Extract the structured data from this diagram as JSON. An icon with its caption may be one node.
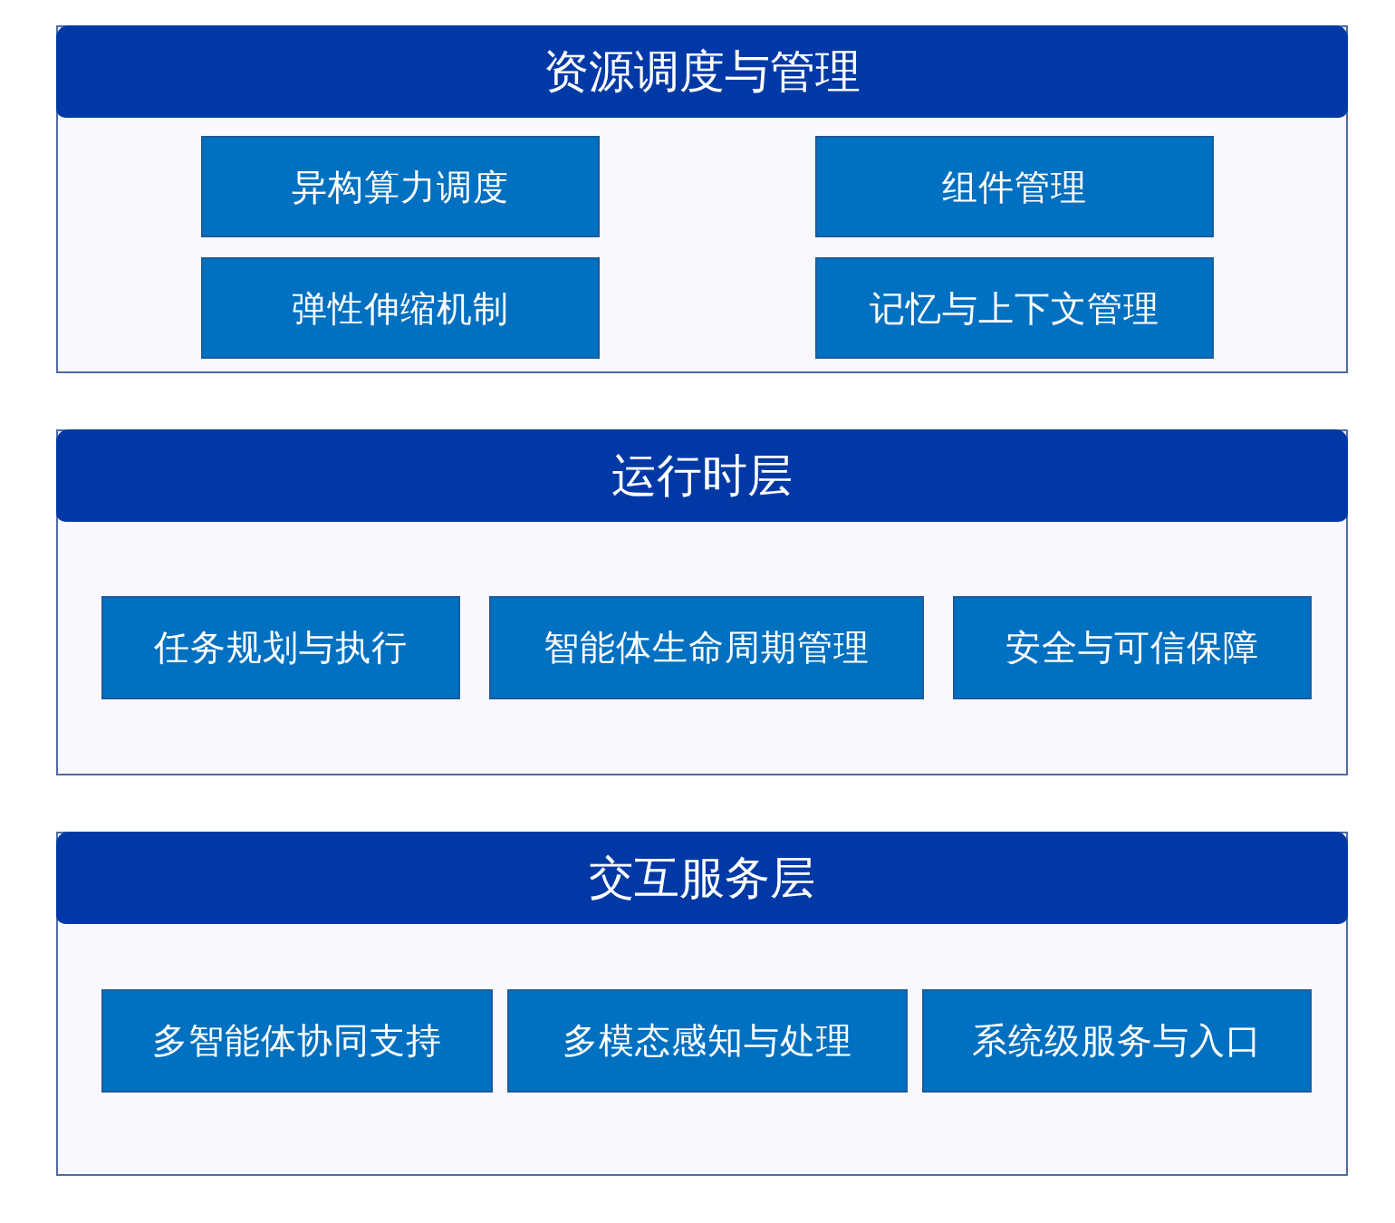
{
  "diagram": {
    "nodes": [
      {
        "text": [
          "资源调度与管理"
        ]
      },
      {
        "text": [
          "异构算力调度"
        ],
        "in": 0
      },
      {
        "text": [
          "组件管理"
        ],
        "in": 0
      },
      {
        "text": [
          "弹性伸缩机制"
        ],
        "in": 0
      },
      {
        "text": [
          "记忆与上下文管理"
        ],
        "in": 0
      },
      {
        "text": [
          "运行时层"
        ]
      },
      {
        "text": [
          "任务规划与执行"
        ],
        "in": 5
      },
      {
        "text": [
          "智能体生命周期管理"
        ],
        "in": 5
      },
      {
        "text": [
          "安全与可信保障"
        ],
        "in": 5
      },
      {
        "text": [
          "交互服务层"
        ]
      },
      {
        "text": [
          "多智能体协同支持"
        ],
        "in": 9
      },
      {
        "text": [
          "多模态感知与处理"
        ],
        "in": 9
      },
      {
        "text": [
          "系统级服务与入口"
        ],
        "in": 9
      }
    ]
  }
}
